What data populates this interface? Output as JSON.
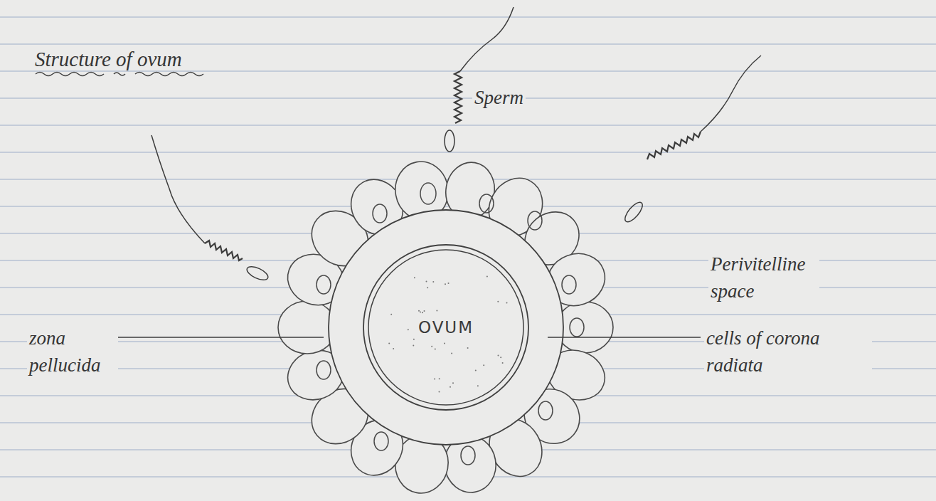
{
  "diagram": {
    "title": "Structure of ovum",
    "nodes": [
      {
        "text": [
          "OVUM"
        ]
      }
    ],
    "labels": [
      "Sperm",
      "Perivitelline space",
      "zona pellucida",
      "cells of corona radiata"
    ]
  }
}
